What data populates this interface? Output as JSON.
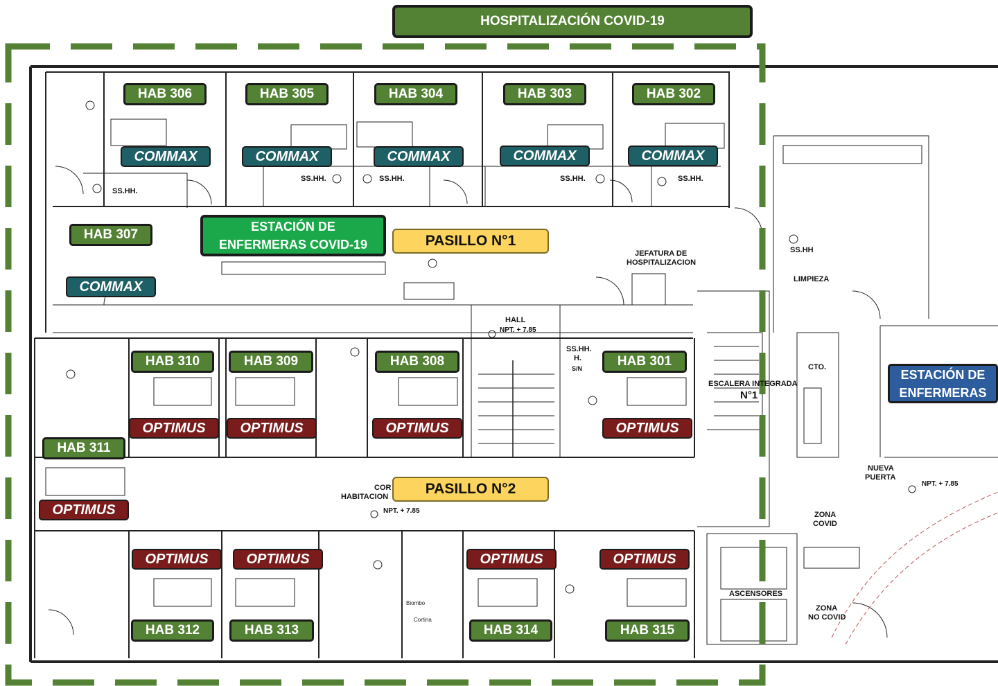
{
  "header": {
    "title": "HOSPITALIZACIÓN COVID-19"
  },
  "rooms_top": [
    "HAB 306",
    "HAB 305",
    "HAB 304",
    "HAB 303",
    "HAB 302"
  ],
  "room_307": "HAB 307",
  "rooms_mid": [
    "HAB 310",
    "HAB 309",
    "HAB 308",
    "HAB 301"
  ],
  "room_311": "HAB 311",
  "rooms_bottom": [
    "HAB 312",
    "HAB 313",
    "HAB 314",
    "HAB 315"
  ],
  "devices": {
    "commax": "COMMAX",
    "optimus": "OPTIMUS"
  },
  "stations": {
    "covid_line1": "ESTACIÓN DE",
    "covid_line2": "ENFERMERAS COVID-19",
    "main_line1": "ESTACIÓN DE",
    "main_line2": "ENFERMERAS"
  },
  "corridors": {
    "pasillo1": "PASILLO N°1",
    "pasillo2": "PASILLO N°2"
  },
  "plan_labels": {
    "ss_hh": "SS.HH.",
    "ss_hh_short": "SS.HH",
    "ss_hh_split1": "SS.HH.",
    "ss_hh_split2": "H.",
    "jefatura1": "JEFATURA DE",
    "jefatura2": "HOSPITALIZACION",
    "hall1": "HALL",
    "npt": "NPT. + 7.85",
    "escalera": "ESCALERA INTEGRADA",
    "escalera_num": "N°1",
    "limpieza": "LIMPIEZA",
    "cto": "CTO.",
    "nueva1": "NUEVA",
    "nueva2": "PUERTA",
    "cor1": "COR",
    "cor2": "HABITACION",
    "zona_covid1": "ZONA",
    "zona_covid2": "COVID",
    "zona_nocovid1": "ZONA",
    "zona_nocovid2": "NO COVID",
    "ascensores": "ASCENSORES",
    "biombo": "Biombo",
    "cortina": "Cortina",
    "sin": "S/N"
  }
}
